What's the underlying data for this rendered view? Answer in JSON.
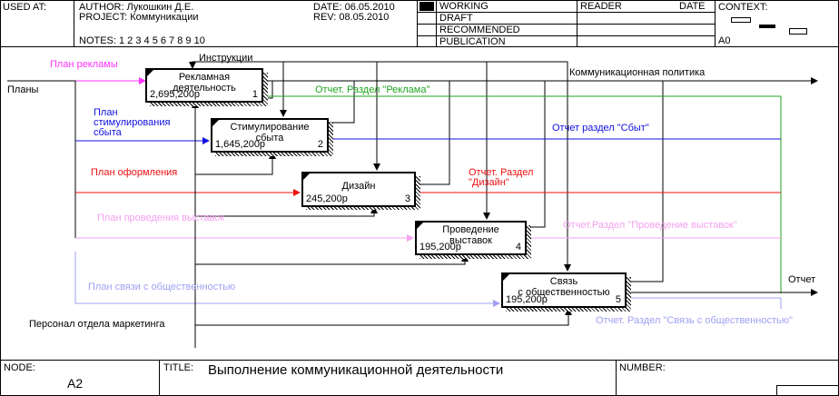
{
  "header": {
    "used_at_label": "USED AT:",
    "author": "AUTHOR:  Лукошкин Д.Е.",
    "project": "PROJECT:  Коммуникации",
    "date": "DATE:  06.05.2010",
    "rev": "REV:   08.05.2010",
    "notes": "NOTES:  1  2  3  4  5  6  7  8  9  10",
    "status": [
      "WORKING",
      "DRAFT",
      "RECOMMENDED",
      "PUBLICATION"
    ],
    "reader": "READER",
    "reader_date": "DATE",
    "context": "CONTEXT:",
    "node_ref": "A0"
  },
  "footer": {
    "node_label": "NODE:",
    "node_value": "A2",
    "title_label": "TITLE:",
    "title_value": "Выполнение коммуникационной  деятельности",
    "number_label": "NUMBER:"
  },
  "activities": [
    {
      "title": [
        "Рекламная",
        "деятельность"
      ],
      "cost": "2,695,200р",
      "num": "1"
    },
    {
      "title": [
        "Стимулирование",
        "сбыта"
      ],
      "cost": "1,645,200р",
      "num": "2"
    },
    {
      "title": [
        "Дизайн"
      ],
      "cost": "245,200р",
      "num": "3"
    },
    {
      "title": [
        "Проведение",
        "выставок"
      ],
      "cost": "195,200р",
      "num": "4"
    },
    {
      "title": [
        "Связь",
        "с общественностью"
      ],
      "cost": "195,200р",
      "num": "5"
    }
  ],
  "labels": {
    "plan_ads": "План рекламы",
    "instructions": "Инструкции",
    "plans": "Планы",
    "comm_policy": "Коммуникационная политика",
    "report_ads": "Отчет. Раздел \"Реклама\"",
    "plan_stim": [
      "План",
      "стимулирования",
      "сбыта"
    ],
    "report_sales": "Отчет раздел \"Сбыт\"",
    "plan_design": "План оформления",
    "report_design": [
      "Отчет. Раздел",
      "\"Дизайн\""
    ],
    "plan_exhib": "План проведения выставок",
    "report_exhib": "Отчет.Раздел \"Проведение выставок\"",
    "plan_pr": "План связи с общественностью",
    "report": "Отчет",
    "personnel": "Персонал отдела маркетинга",
    "report_pr": "Отчет. Раздел \"Связь с общественностью\""
  },
  "colors": {
    "magenta": "#ff33ff",
    "green": "#1fa51f",
    "blue": "#1010e0",
    "red": "#ee1010",
    "pink": "#f5a0f0",
    "lavender": "#a0a0f5",
    "black": "#000000"
  }
}
